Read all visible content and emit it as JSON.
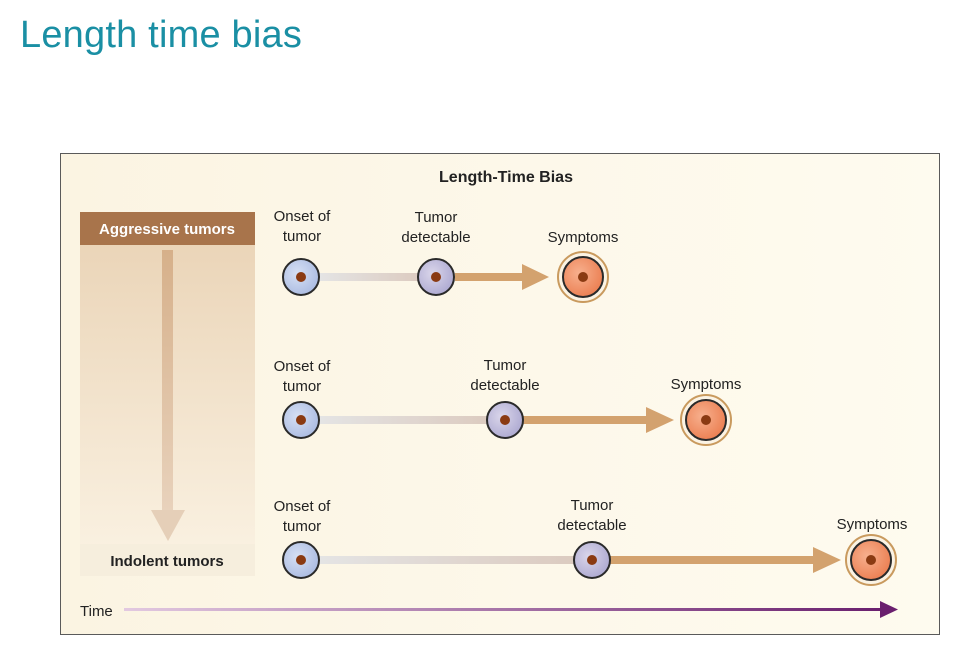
{
  "slide": {
    "title": "Length time bias"
  },
  "diagram": {
    "title": "Length-Time Bias",
    "top_category": "Aggressive tumors",
    "bottom_category": "Indolent tumors",
    "time_label": "Time",
    "rows": [
      {
        "onset_line1": "Onset of",
        "onset_line2": "tumor",
        "detect_line1": "Tumor",
        "detect_line2": "detectable",
        "symptoms": "Symptoms"
      },
      {
        "onset_line1": "Onset of",
        "onset_line2": "tumor",
        "detect_line1": "Tumor",
        "detect_line2": "detectable",
        "symptoms": "Symptoms"
      },
      {
        "onset_line1": "Onset of",
        "onset_line2": "tumor",
        "detect_line1": "Tumor",
        "detect_line2": "detectable",
        "symptoms": "Symptoms"
      }
    ]
  },
  "colors": {
    "title": "#1a8fa4",
    "aggressive_box": "#a8744b",
    "onset_cell": "#b9c8e8",
    "detect_cell": "#b8b8d8",
    "symptom_cell": "#f08a5a",
    "nucleus": "#8a3a12",
    "arrow": "#d3a26e",
    "time_arrow": "#6a1f6e"
  }
}
